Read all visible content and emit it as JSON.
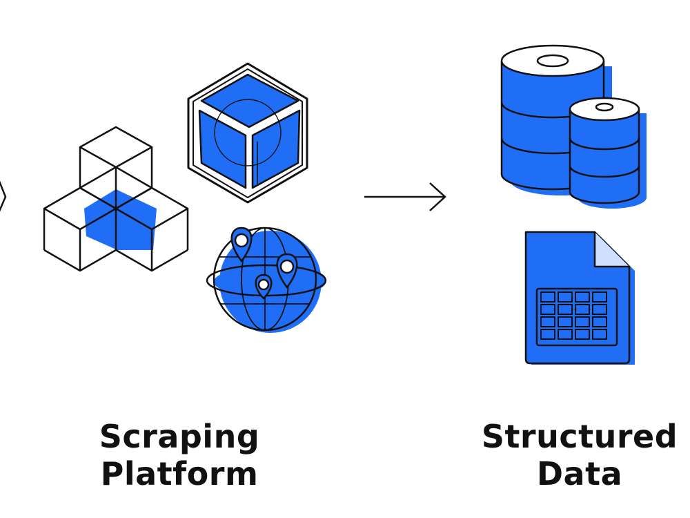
{
  "colors": {
    "accent": "#1f6ef5",
    "stroke": "#111111",
    "background": "#ffffff"
  },
  "left_group": {
    "label_lines": [
      "Scraping",
      "Platform"
    ],
    "icons": [
      "cubes-cluster-icon",
      "cube-box-icon",
      "globe-pins-icon"
    ]
  },
  "connector": {
    "icon": "arrow-right-icon"
  },
  "right_group": {
    "label_lines": [
      "Structured",
      "Data"
    ],
    "icons": [
      "database-icon",
      "spreadsheet-file-icon"
    ]
  }
}
